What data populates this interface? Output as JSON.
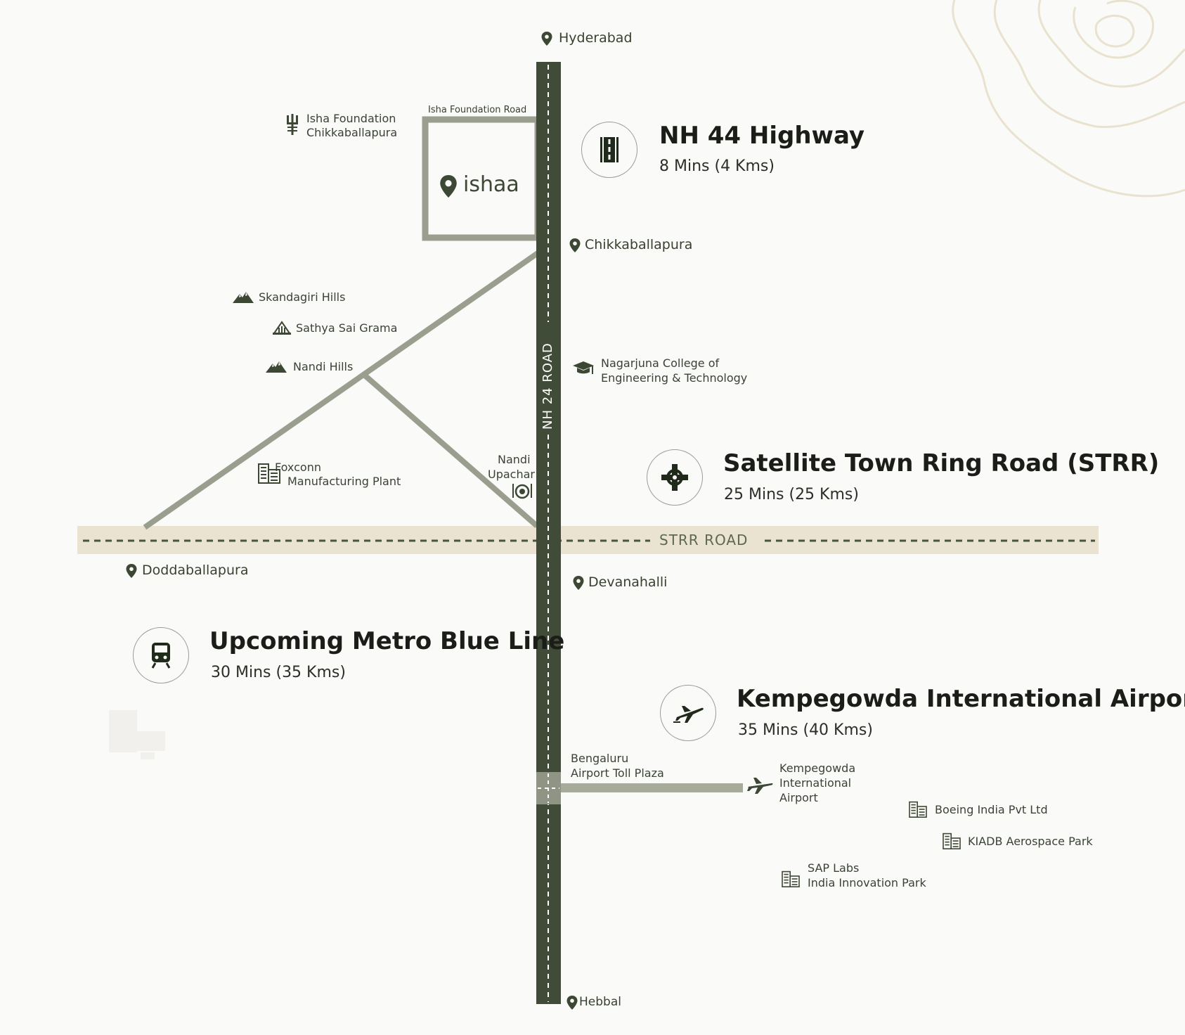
{
  "map": {
    "roads": {
      "nh24_label": "NH 24 ROAD",
      "strr_label": "STRR ROAD",
      "isha_road_label": "Isha Foundation Road"
    },
    "project": {
      "logo_text": "ishaa"
    },
    "places": {
      "hyderabad": "Hyderabad",
      "chikkaballapura": "Chikkaballapura",
      "doddaballapura": "Doddaballapura",
      "devanahalli": "Devanahalli",
      "hebbal": "Hebbal"
    },
    "landmarks": {
      "isha_line1": "Isha Foundation",
      "isha_line2": "Chikkaballapura",
      "skandagiri": "Skandagiri Hills",
      "sathya_sai": "Sathya Sai Grama",
      "nandi_hills": "Nandi Hills",
      "nagarjuna_line1": "Nagarjuna College of",
      "nagarjuna_line2": "Engineering & Technology",
      "foxconn_line1": "Foxconn",
      "foxconn_line2": "Manufacturing Plant",
      "nandi_upachar_line1": "Nandi",
      "nandi_upachar_line2": "Upachar",
      "toll_line1": "Bengaluru",
      "toll_line2": "Airport Toll Plaza",
      "kia_line1": "Kempegowda",
      "kia_line2": "International",
      "kia_line3": "Airport",
      "boeing": "Boeing India Pvt Ltd",
      "kiadb": "KIADB Aerospace Park",
      "sap_line1": "SAP Labs",
      "sap_line2": "India Innovation Park"
    },
    "highlights": [
      {
        "icon": "highway-icon",
        "title": "NH 44 Highway",
        "subtitle": "8 Mins (4 Kms)"
      },
      {
        "icon": "interchange-icon",
        "title": "Satellite Town Ring Road (STRR)",
        "subtitle": "25 Mins (25 Kms)"
      },
      {
        "icon": "metro-train-icon",
        "title": "Upcoming Metro Blue Line",
        "subtitle": "30 Mins (35 Kms)"
      },
      {
        "icon": "airplane-icon",
        "title": "Kempegowda International Airport",
        "subtitle": "35 Mins (40 Kms)"
      }
    ]
  },
  "colors": {
    "background": "#fafaf8",
    "nh_road": "#404b38",
    "secondary_road": "#9a9e8e",
    "strr_band": "#ebe3d1",
    "contour": "#e9e2cf",
    "icon": "#3c4734"
  }
}
